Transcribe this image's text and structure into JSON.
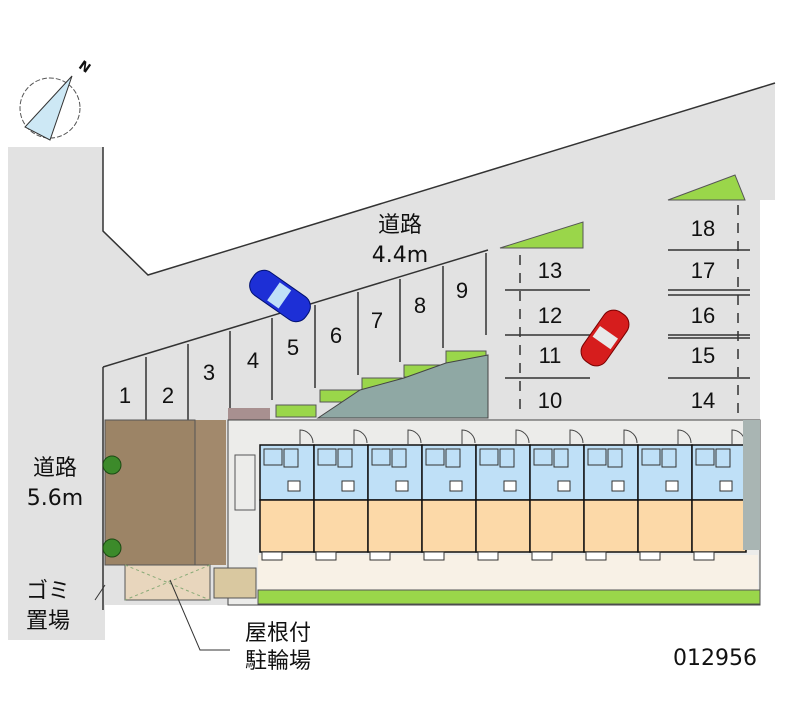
{
  "compass": {
    "north_label": "N"
  },
  "roads": [
    {
      "name_label": "道路",
      "width_label": "4.4m"
    },
    {
      "name_label": "道路",
      "width_label": "5.6m"
    }
  ],
  "facilities": {
    "garbage_line1": "ゴミ",
    "garbage_line2": "置場",
    "bike_line1": "屋根付",
    "bike_line2": "駐輪場"
  },
  "parking_spaces": [
    "1",
    "2",
    "3",
    "4",
    "5",
    "6",
    "7",
    "8",
    "9",
    "10",
    "11",
    "12",
    "13",
    "14",
    "15",
    "16",
    "17",
    "18"
  ],
  "property_code": "012956",
  "unit_count": 9,
  "colors": {
    "road": "#e2e2e2",
    "wet_area": "#bfe0f7",
    "room": "#fcd9a8",
    "green": "#9ad64a",
    "car_blue": "#1d2fd6",
    "car_red": "#d61d1d"
  }
}
